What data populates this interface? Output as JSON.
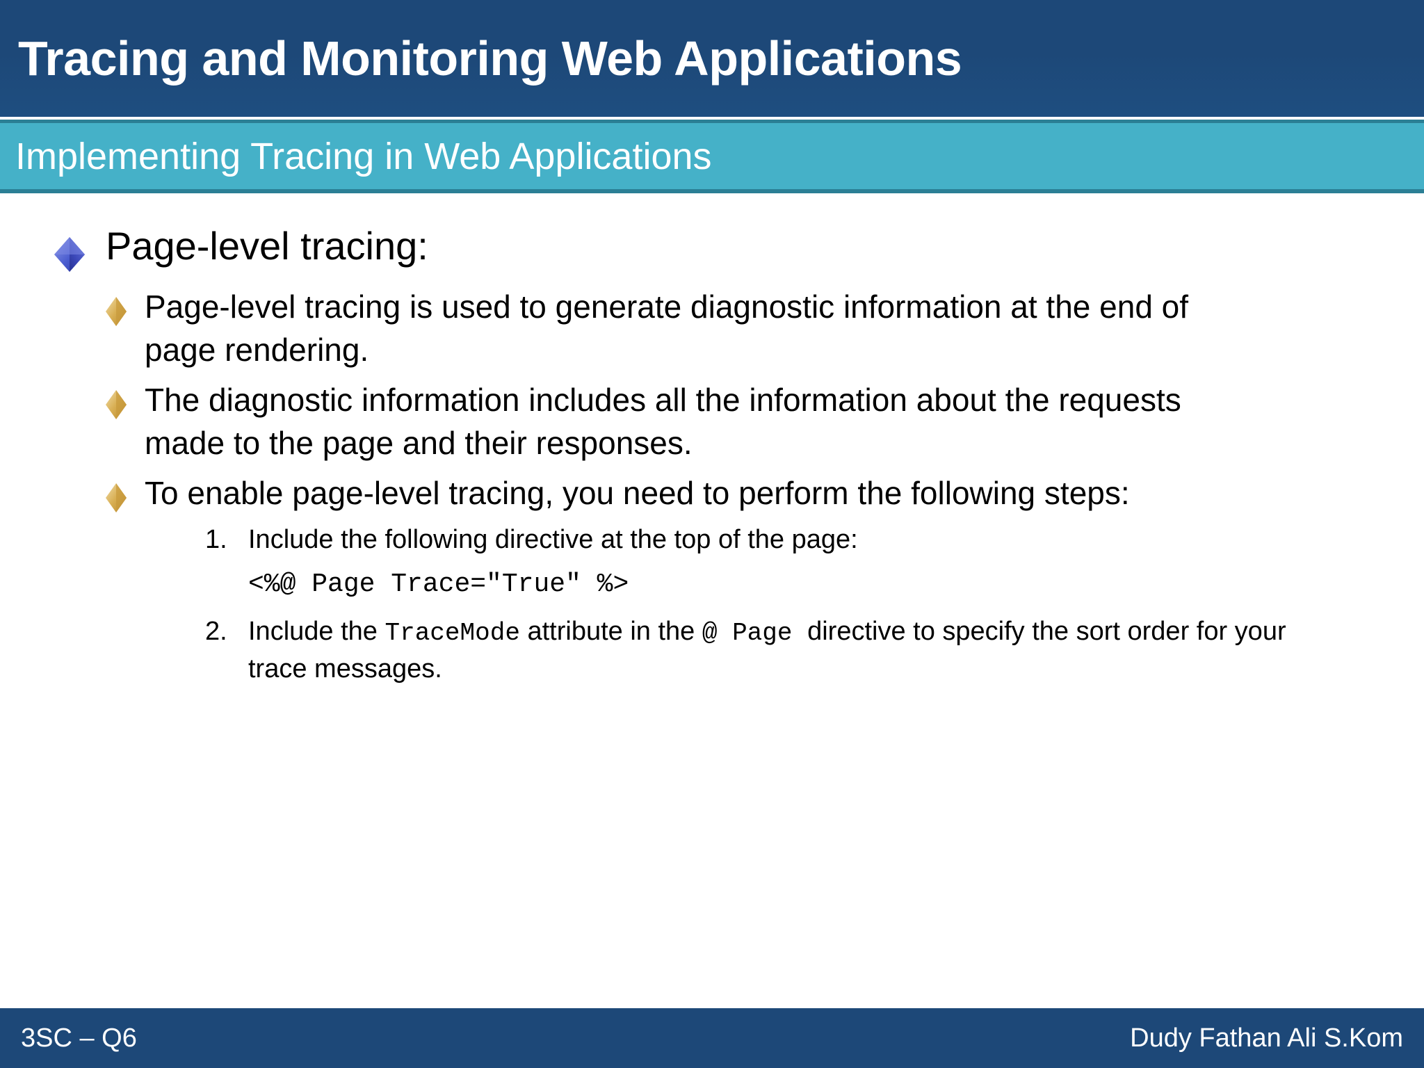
{
  "slide": {
    "title": "Tracing and Monitoring Web Applications",
    "subtitle": "Implementing Tracing in Web Applications",
    "colors": {
      "title_band": "#1d4878",
      "subtitle_band": "#45b1c8",
      "subtitle_border": "#2b7f95",
      "footer_band": "#1d4878",
      "bullet_level1": "#3c4fc8",
      "bullet_level2": "#d4a545",
      "body_text": "#000000",
      "header_text": "#ffffff"
    },
    "content": {
      "level1_bullet": "Page-level tracing:",
      "level2_bullets": [
        "Page-level tracing is used to generate diagnostic information at the end of page rendering.",
        "The diagnostic information includes all the information about the requests made to the page and their responses.",
        "To enable page-level tracing, you need to perform the following steps:"
      ],
      "numbered_steps": [
        {
          "number": "1.",
          "text": "Include the following directive at the top of the page:",
          "code": "<%@ Page Trace=\"True\" %>"
        },
        {
          "number": "2.",
          "text_before": "Include the ",
          "code_1": "TraceMode",
          "text_middle": " attribute in the ",
          "code_2": "@ Page ",
          "text_after": " directive to specify the sort order for your trace messages."
        }
      ]
    },
    "footer": {
      "left": "3SC – Q6",
      "right": "Dudy Fathan Ali S.Kom"
    }
  }
}
